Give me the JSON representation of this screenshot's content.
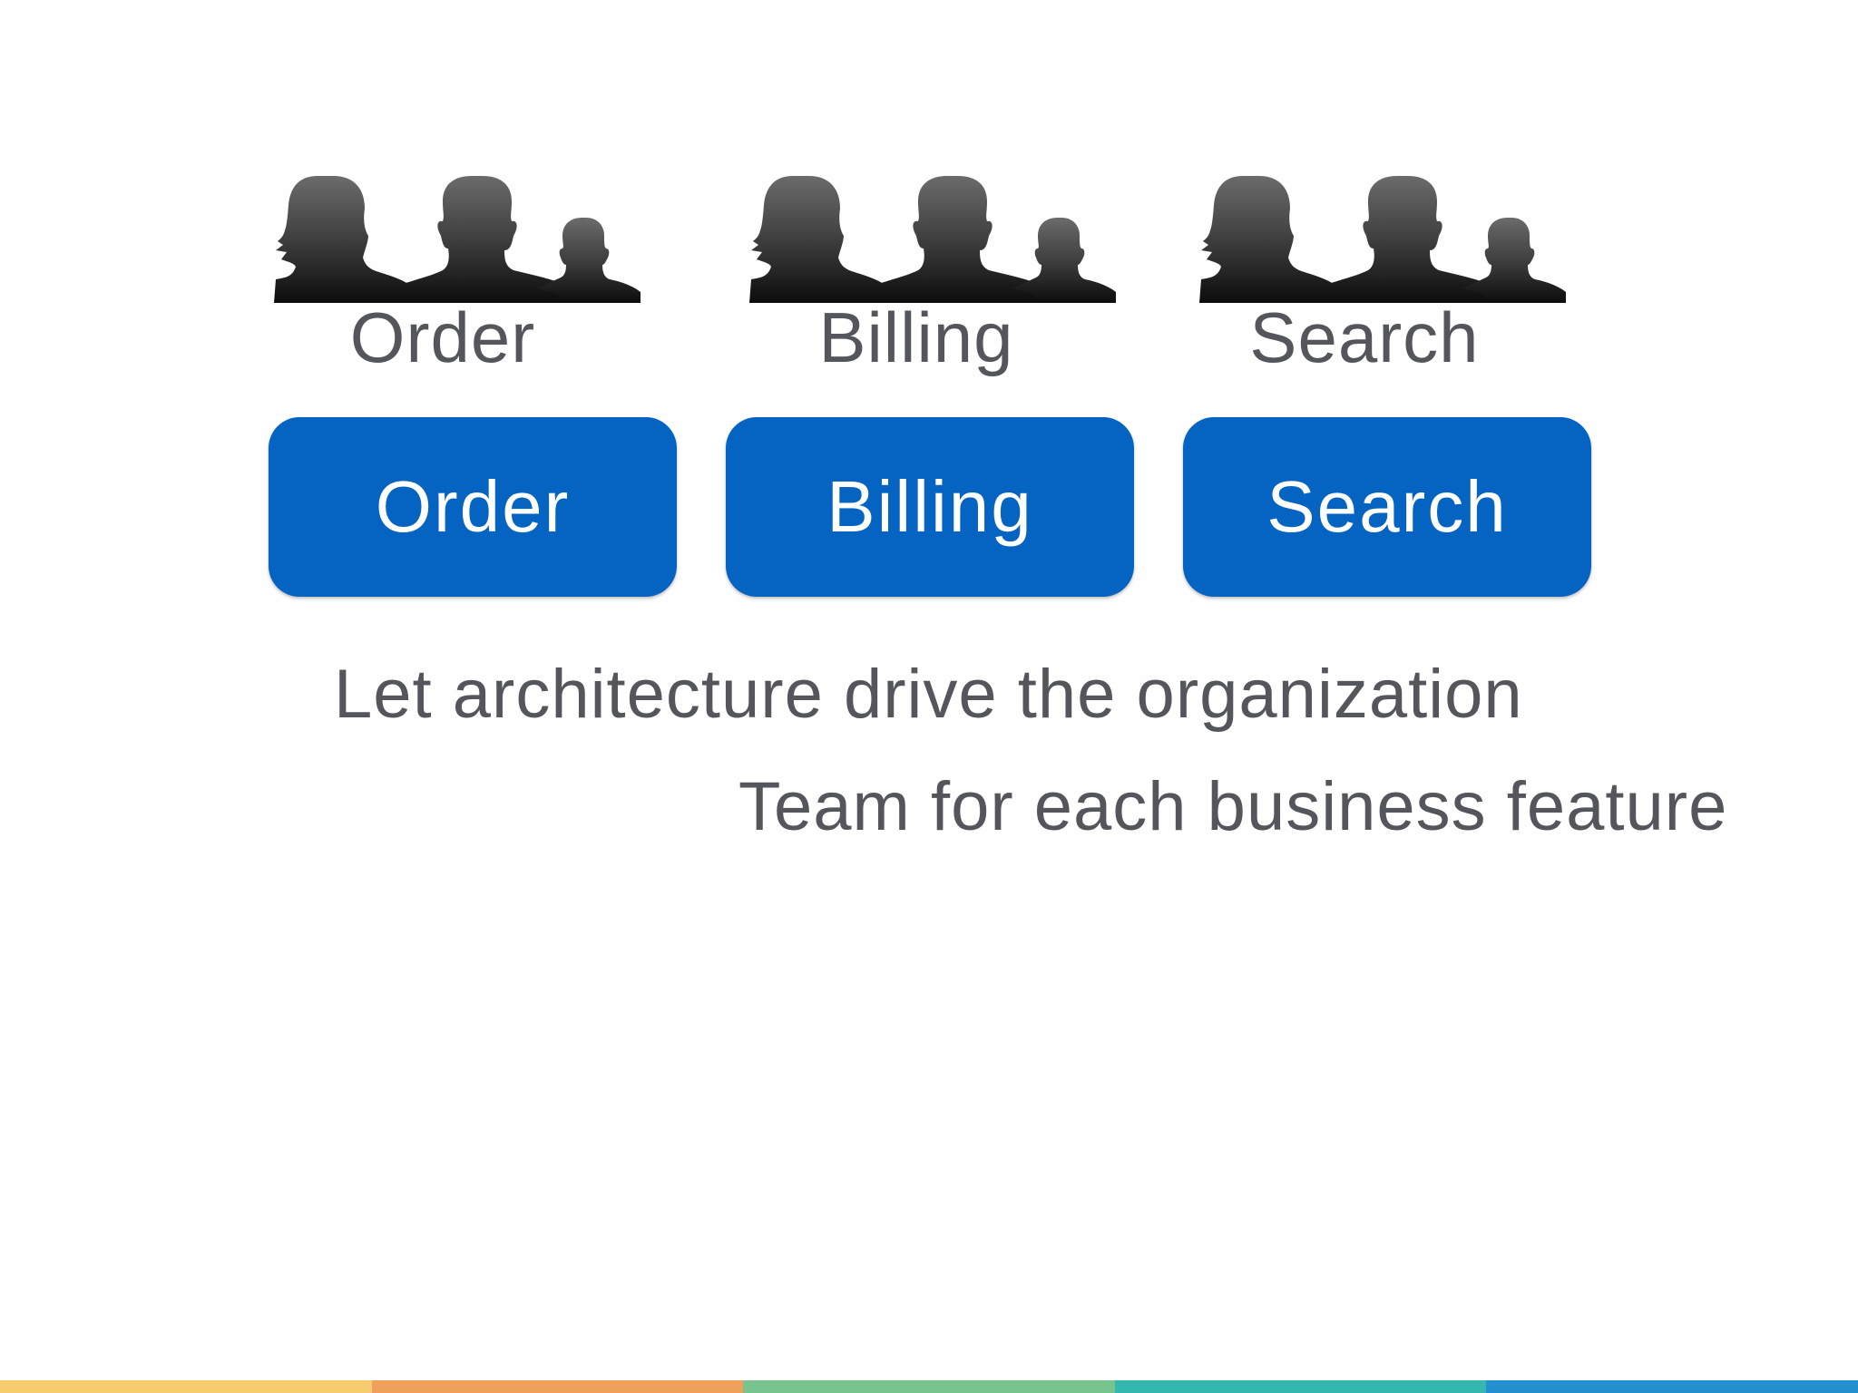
{
  "teams": [
    {
      "label": "Order"
    },
    {
      "label": "Billing"
    },
    {
      "label": "Search"
    }
  ],
  "services": [
    {
      "label": "Order"
    },
    {
      "label": "Billing"
    },
    {
      "label": "Search"
    }
  ],
  "captions": {
    "line1": "Let architecture drive the organization",
    "line2": "Team for each business feature"
  },
  "colors": {
    "service_box": "#0563c1",
    "text": "#54565c",
    "stripes": [
      "#f6cc6e",
      "#f0a05a",
      "#78c48e",
      "#35b6ae",
      "#2590cf"
    ]
  },
  "icons": [
    "people-group-icon"
  ]
}
